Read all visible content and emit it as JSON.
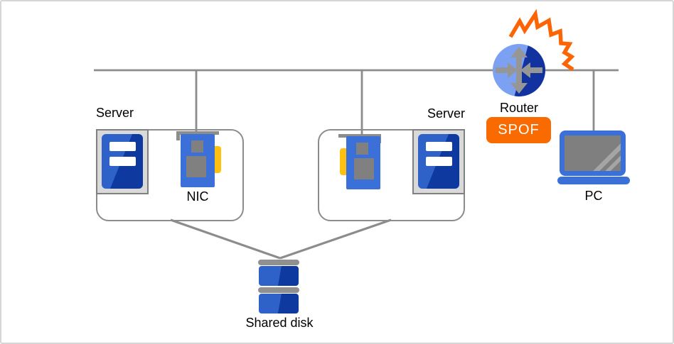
{
  "diagram": {
    "title_hint": "network single-point-of-failure diagram",
    "labels": {
      "server_left": "Server",
      "server_right": "Server",
      "nic": "NIC",
      "router": "Router",
      "spof_badge": "SPOF",
      "pc": "PC",
      "shared_disk": "Shared disk"
    },
    "icons": [
      "server-tower-icon",
      "nic-card-icon",
      "router-icon",
      "failure-burst-icon",
      "laptop-icon",
      "shared-disk-icon"
    ],
    "colors": {
      "line_gray": "#8c8c8c",
      "icon_blue": "#3b70d8",
      "icon_blue_light": "#2f62c8",
      "icon_blue_dark": "#0e3aa0",
      "router_light": "#7ca0f2",
      "router_dark": "#12339f",
      "accent_orange": "#f96a01",
      "nic_yellow": "#ffc010",
      "chip_gray": "#808080",
      "server_body_gray": "#d9d9d9"
    }
  }
}
